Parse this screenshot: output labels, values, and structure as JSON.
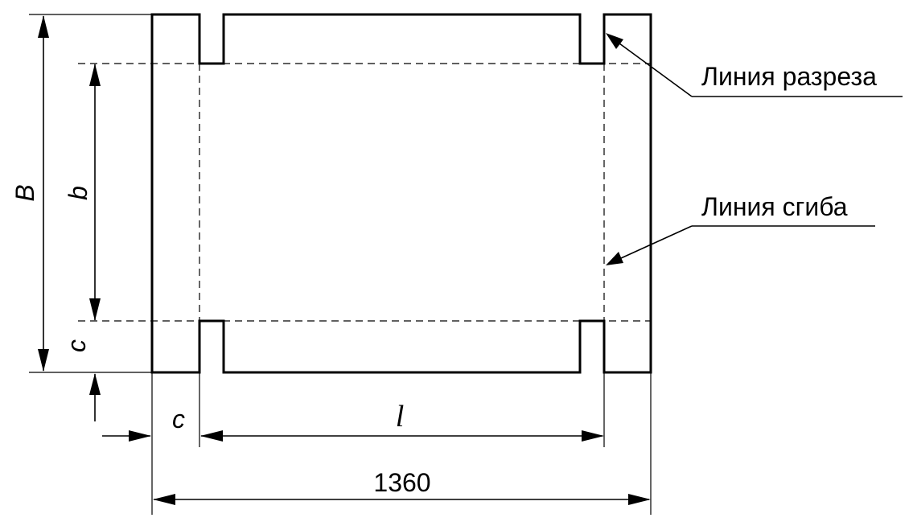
{
  "dimensions": {
    "overall_height": "B",
    "inner_height": "b",
    "flap_height": "c",
    "flap_width": "c",
    "inner_length": "l",
    "overall_length": "1360"
  },
  "callouts": {
    "cut_line": "Линия разреза",
    "fold_line": "Линия сгиба"
  }
}
